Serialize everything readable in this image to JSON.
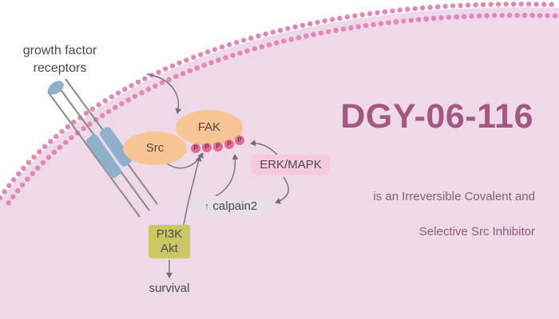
{
  "receptor_label": [
    "growth factor",
    "receptors"
  ],
  "nodes": {
    "src": "Src",
    "fak": "FAK",
    "erk_mapk": "ERK/MAPK",
    "calpain2": "calpain2",
    "calpain2_arrow": "↑",
    "pi3k": "PI3K",
    "akt": "Akt",
    "survival": "survival"
  },
  "phospho_label": "P",
  "title": "DGY-06-116",
  "subtitle_line1": "is an Irreversible Covalent and",
  "subtitle_line2": "Selective Src Inhibitor",
  "colors": {
    "background": "#ffffff",
    "cell_fill": "#eed9e8",
    "membrane_dot": "#e486b6",
    "node_fill": "#f7c494",
    "phospho_fill": "#e06d91",
    "erk_fill": "#f7c9e0",
    "calpain_fill": "#e7dfe8",
    "pi3k_fill": "#c9c862",
    "receptor_fill": "#8fb0c9",
    "title_color": "#a4577f",
    "arrow_color": "#707070"
  }
}
